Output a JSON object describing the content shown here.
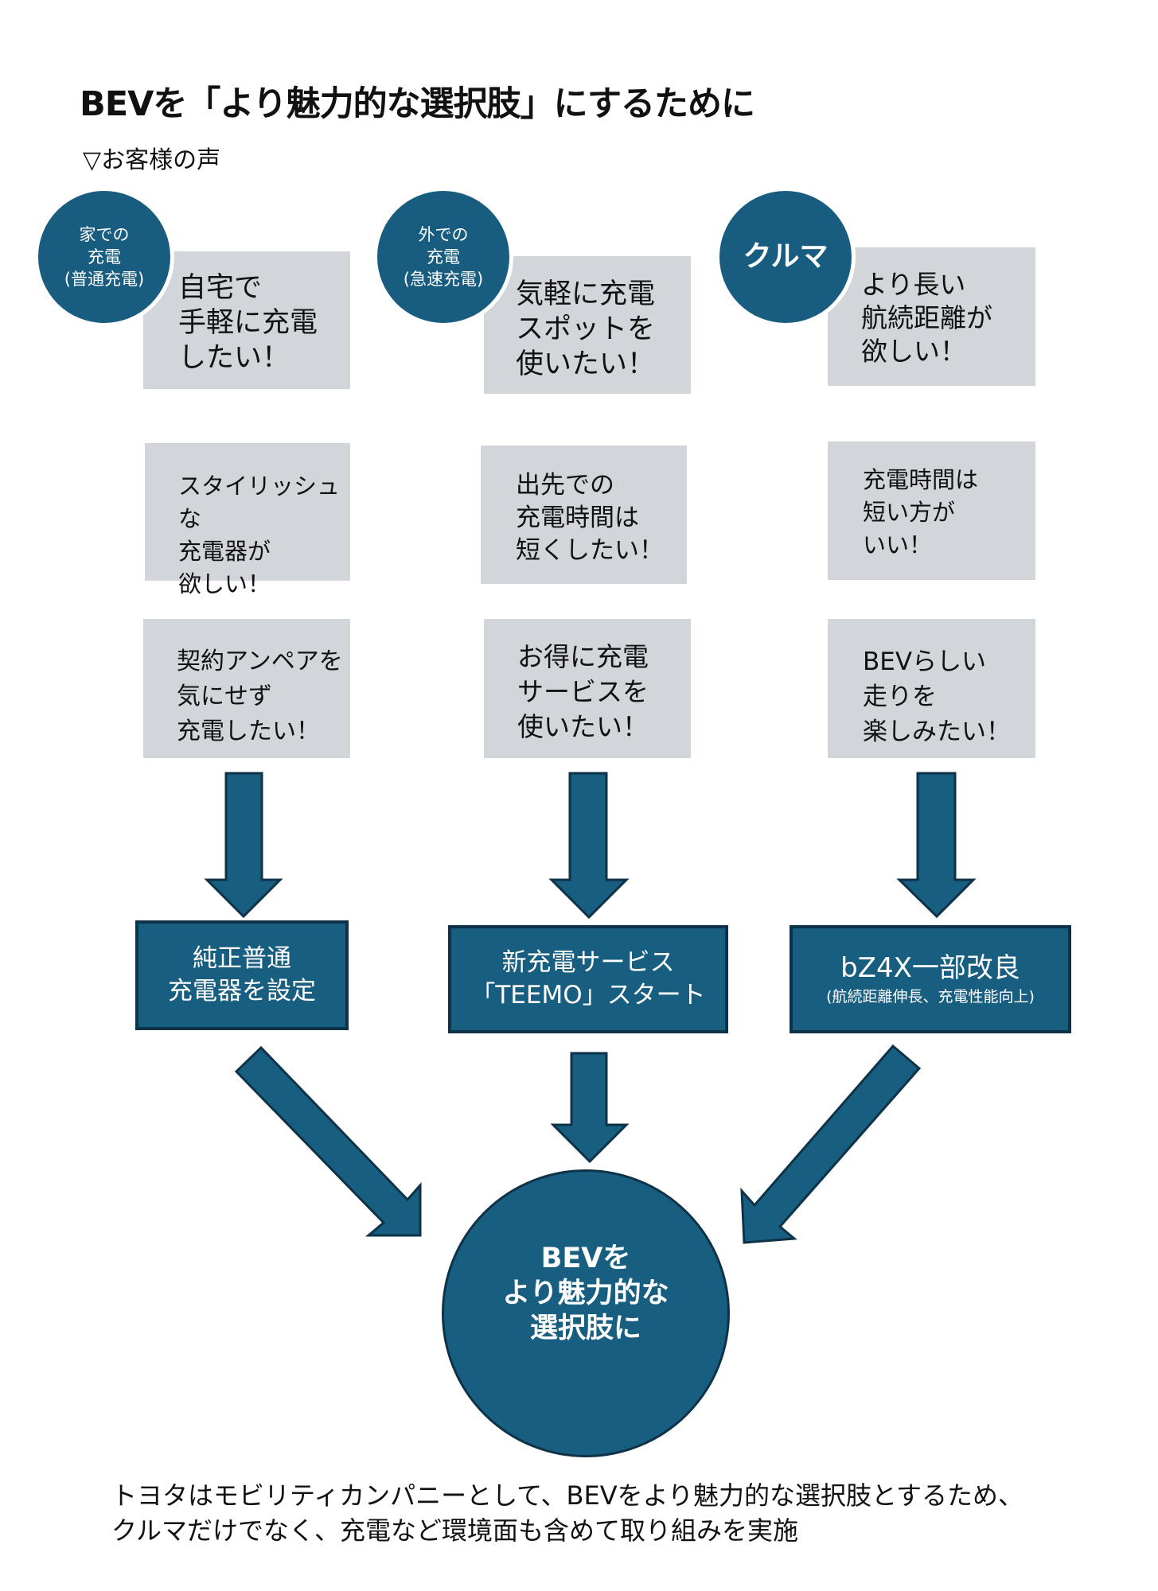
{
  "header": {
    "title": "BEVを「より魅力的な選択肢」にするために",
    "subtitle": "▽お客様の声"
  },
  "columns": [
    {
      "category": "家での\n充電\n(普通充電)",
      "voices": [
        "自宅で\n手軽に充電\nしたい！",
        "スタイリッシュな\n充電器が\n欲しい！",
        "契約アンペアを\n気にせず\n充電したい！"
      ],
      "result": {
        "title": "純正普通\n充電器を設定",
        "note": ""
      }
    },
    {
      "category": "外での\n充電\n(急速充電)",
      "voices": [
        "気軽に充電\nスポットを\n使いたい！",
        "出先での\n充電時間は\n短くしたい！",
        "お得に充電\nサービスを\n使いたい！"
      ],
      "result": {
        "title": "新充電サービス\n「TEEMO」スタート",
        "note": ""
      }
    },
    {
      "category": "クルマ",
      "voices": [
        "より長い\n航続距離が\n欲しい！",
        "充電時間は\n短い方が\nいい！",
        "BEVらしい\n走りを\n楽しみたい！"
      ],
      "result": {
        "title": "bZ4X一部改良",
        "note": "(航続距離伸長、充電性能向上)"
      }
    }
  ],
  "goal": {
    "label": "BEVを\nより魅力的な\n選択肢に"
  },
  "footer": {
    "text": "トヨタはモビリティカンパニーとして、BEVをより魅力的な選択肢とするため、\nクルマだけでなく、充電など環境面も含めて取り組みを実施"
  },
  "colors": {
    "primary": "#185e80",
    "primary_border": "#0e3348",
    "card": "#d2d6db"
  }
}
